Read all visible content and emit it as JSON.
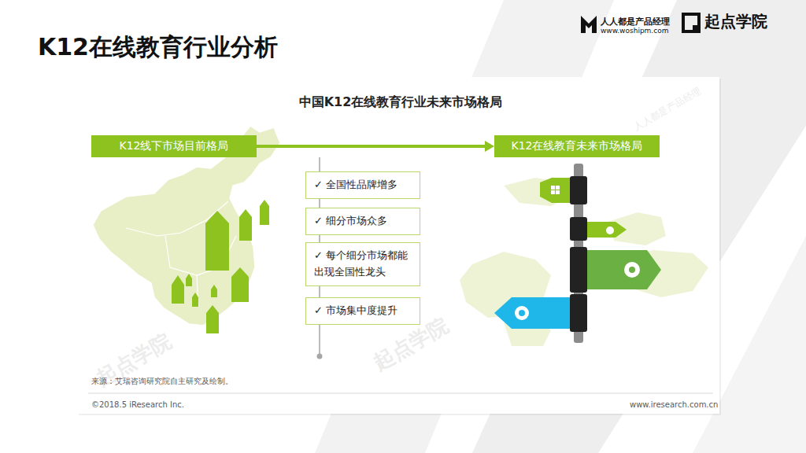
{
  "diagram": {
    "title": "K12在线教育行业分析",
    "nodes": [
      {
        "text": [
          "K12线下市场目前格局"
        ]
      },
      {
        "text": [
          "K12在线教育未来市场格局"
        ]
      },
      {
        "text": [
          "✓ 全国性品牌增多"
        ]
      },
      {
        "text": [
          "✓ 细分市场众多"
        ]
      },
      {
        "text": [
          "✓ 每个细分市场都能出现全国性龙头"
        ]
      },
      {
        "text": [
          "✓ 市场集中度提升"
        ]
      }
    ],
    "edges": [
      {
        "from": 0,
        "to": 1,
        "arrow": "to"
      }
    ],
    "labels": [
      "中国K12在线教育行业未来市场格局",
      "人人都是产品经理",
      "www.woshipm.com",
      "起点学院",
      "来源：艾瑞咨询研究院自主研究及绘制。",
      "©2018.5 iResearch Inc.",
      "www.iresearch.com.cn",
      "起点学院",
      "起点学院",
      "人人都是产品经理"
    ]
  }
}
